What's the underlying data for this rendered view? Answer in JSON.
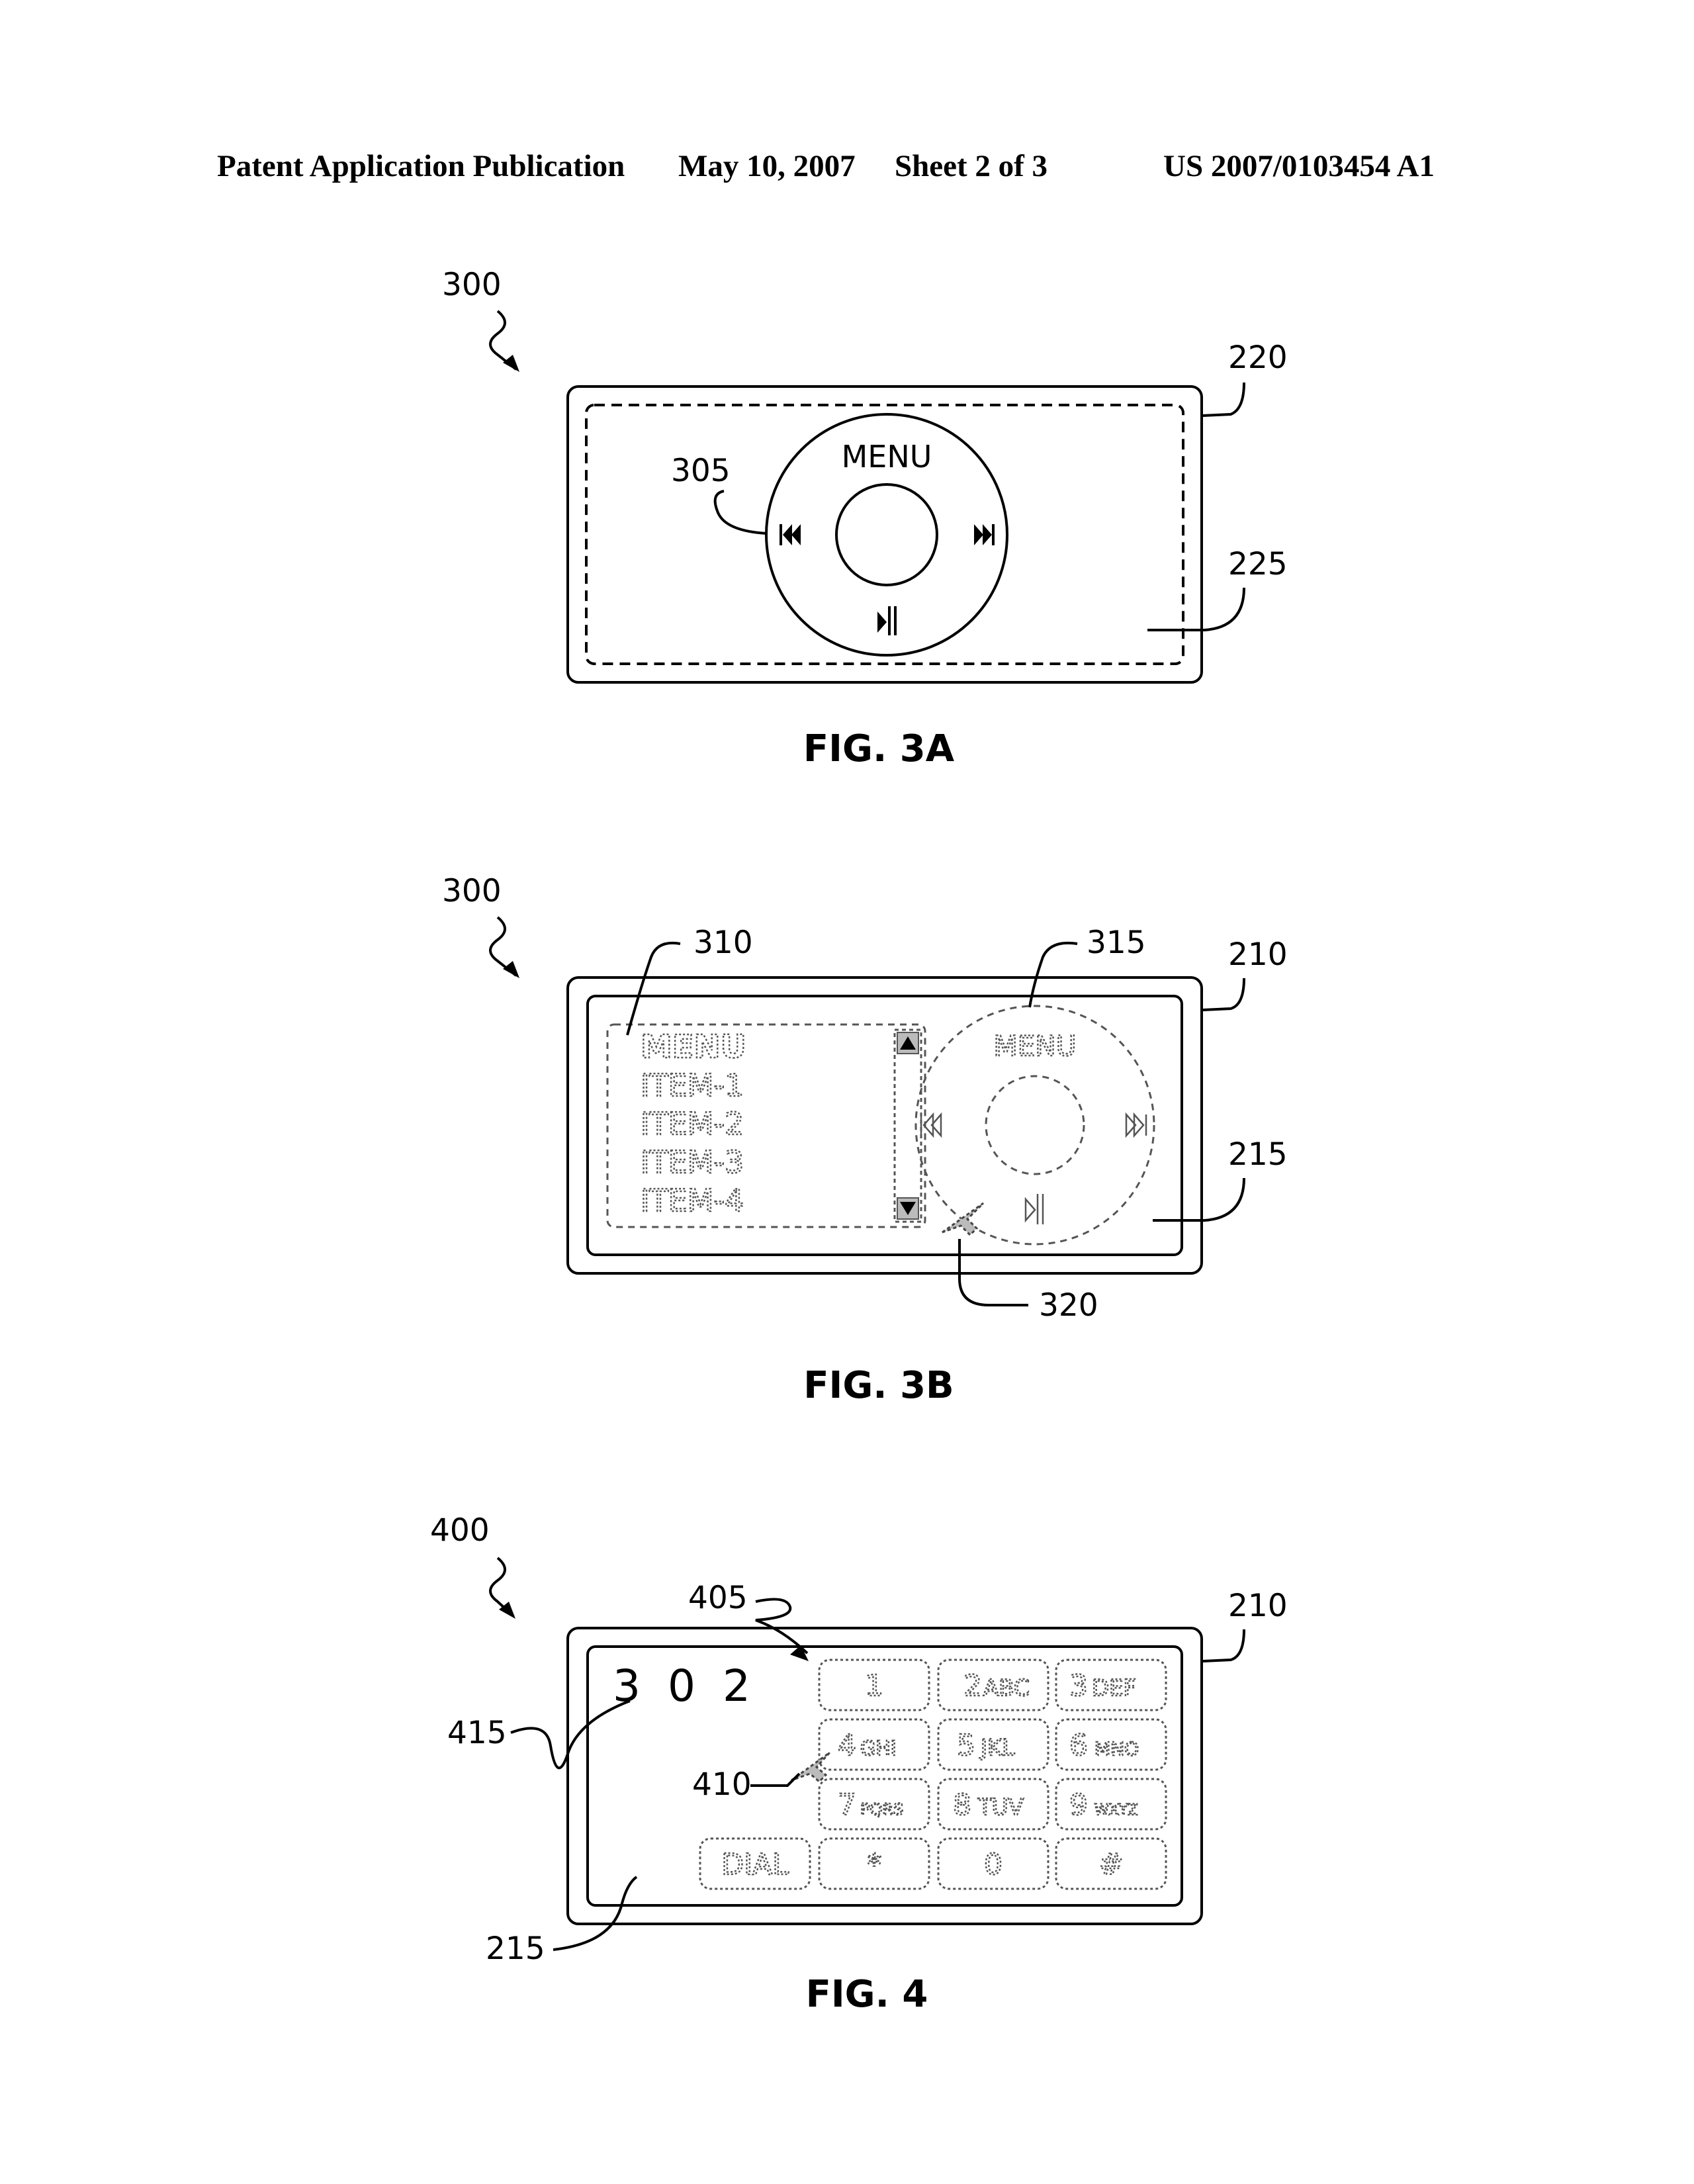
{
  "header": {
    "left": "Patent Application Publication",
    "date": "May 10, 2007",
    "sheet": "Sheet 2 of 3",
    "number": "US 2007/0103454 A1"
  },
  "fig3a": {
    "caption": "FIG. 3A",
    "ref_device": "300",
    "ref_housing": "220",
    "ref_area": "225",
    "ref_wheel": "305",
    "wheel_menu": "MENU"
  },
  "fig3b": {
    "caption": "FIG. 3B",
    "ref_device": "300",
    "ref_housing": "210",
    "ref_screen": "215",
    "ref_list": "310",
    "ref_wheel": "315",
    "ref_cursor": "320",
    "wheel_menu": "MENU",
    "list_items": [
      "MENU",
      "ITEM-1",
      "ITEM-2",
      "ITEM-3",
      "ITEM-4"
    ]
  },
  "fig4": {
    "caption": "FIG. 4",
    "ref_device": "400",
    "ref_housing": "210",
    "ref_screen": "215",
    "ref_keypad": "405",
    "ref_cursor": "410",
    "ref_display": "415",
    "display_value": "3 0 2",
    "keys": [
      {
        "digit": "1",
        "letters": ""
      },
      {
        "digit": "2",
        "letters": "ABC"
      },
      {
        "digit": "3",
        "letters": "DEF"
      },
      {
        "digit": "4",
        "letters": "GHI"
      },
      {
        "digit": "5",
        "letters": "JKL"
      },
      {
        "digit": "6",
        "letters": "MNO"
      },
      {
        "digit": "7",
        "letters": "PQRS"
      },
      {
        "digit": "8",
        "letters": "TUV"
      },
      {
        "digit": "9",
        "letters": "WXYZ"
      },
      {
        "digit": "*",
        "letters": ""
      },
      {
        "digit": "0",
        "letters": ""
      },
      {
        "digit": "#",
        "letters": ""
      }
    ],
    "dial_label": "DIAL"
  }
}
